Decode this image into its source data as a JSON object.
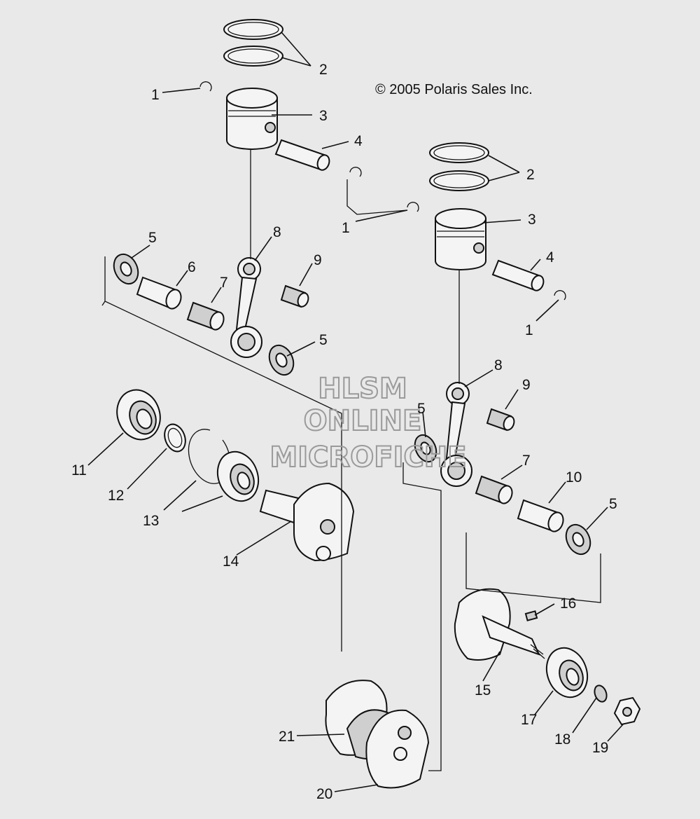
{
  "copyright": "© 2005 Polaris Sales Inc.",
  "watermark": {
    "line1": "HLSM",
    "line2": "ONLINE",
    "line3": "MICROFICHE"
  },
  "callouts": {
    "c1a": "1",
    "c1b": "1",
    "c1c": "1",
    "c2a": "2",
    "c2b": "2",
    "c3a": "3",
    "c3b": "3",
    "c4a": "4",
    "c4b": "4",
    "c5a": "5",
    "c5b": "5",
    "c5c": "5",
    "c5d": "5",
    "c6": "6",
    "c7a": "7",
    "c7b": "7",
    "c8a": "8",
    "c8b": "8",
    "c9a": "9",
    "c9b": "9",
    "c10": "10",
    "c11": "11",
    "c12": "12",
    "c13": "13",
    "c14": "14",
    "c15": "15",
    "c16": "16",
    "c17": "17",
    "c18": "18",
    "c19": "19",
    "c20": "20",
    "c21": "21"
  }
}
